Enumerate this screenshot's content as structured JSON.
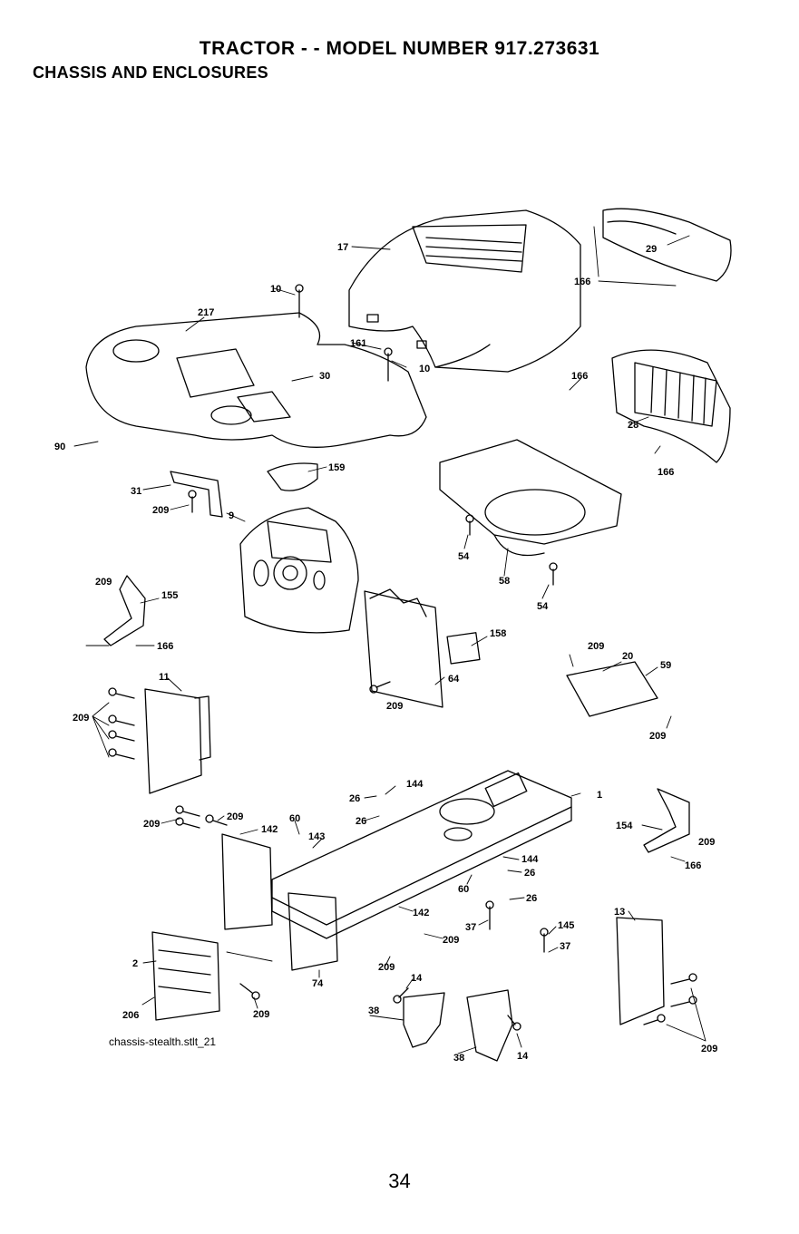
{
  "header": {
    "title": "TRACTOR - - MODEL NUMBER 917.273631",
    "subtitle": "CHASSIS AND ENCLOSURES"
  },
  "diagram": {
    "reference_id": "chassis-stealth.stlt_21",
    "part_callouts": [
      "17",
      "29",
      "166",
      "10",
      "217",
      "161",
      "10",
      "30",
      "166",
      "28",
      "166",
      "90",
      "159",
      "31",
      "209",
      "9",
      "54",
      "58",
      "54",
      "209",
      "155",
      "166",
      "158",
      "64",
      "209",
      "209",
      "20",
      "59",
      "209",
      "11",
      "209",
      "144",
      "1",
      "26",
      "26",
      "154",
      "209",
      "166",
      "209",
      "209",
      "142",
      "60",
      "143",
      "144",
      "26",
      "60",
      "26",
      "142",
      "37",
      "209",
      "145",
      "37",
      "13",
      "209",
      "2",
      "74",
      "14",
      "206",
      "209",
      "38",
      "38",
      "14",
      "209"
    ]
  },
  "footer": {
    "page_number": "34"
  }
}
